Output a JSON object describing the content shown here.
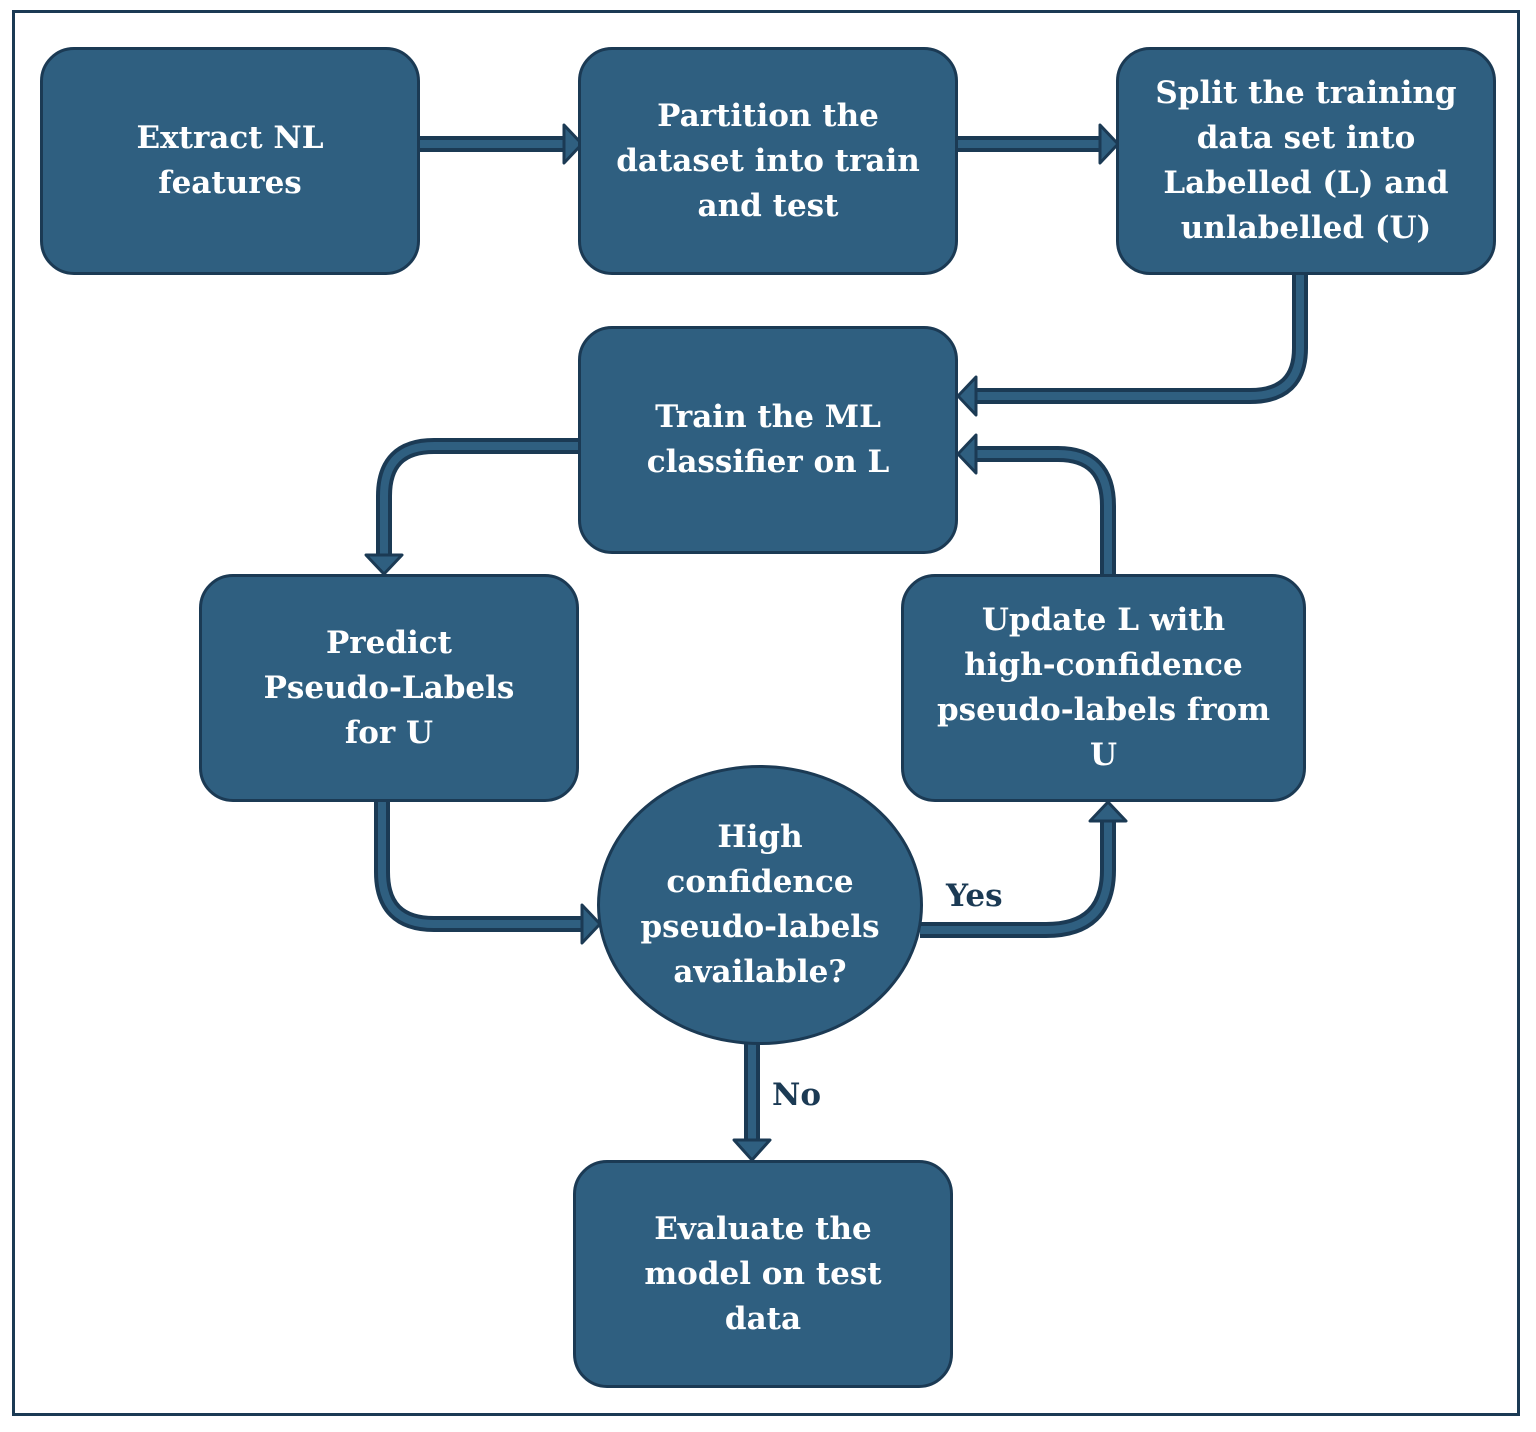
{
  "nodes": {
    "extract": {
      "text": "Extract NL features"
    },
    "partition": {
      "text": "Partition the dataset into train and test"
    },
    "split": {
      "text": "Split the training data set into Labelled (L) and unlabelled (U)"
    },
    "train": {
      "text": "Train the ML classifier on L"
    },
    "predict": {
      "text": "Predict Pseudo-Labels for U"
    },
    "update": {
      "text": "Update L with high-confidence pseudo-labels from U"
    },
    "decision": {
      "text": "High confidence pseudo-labels available?"
    },
    "evaluate": {
      "text": "Evaluate the model on test data"
    }
  },
  "edges": {
    "yes_label": "Yes",
    "no_label": "No"
  },
  "colors": {
    "node_fill": "#2f5f80",
    "node_border": "#1b3a54",
    "text": "#ffffff",
    "connector": "#1b3a54"
  }
}
